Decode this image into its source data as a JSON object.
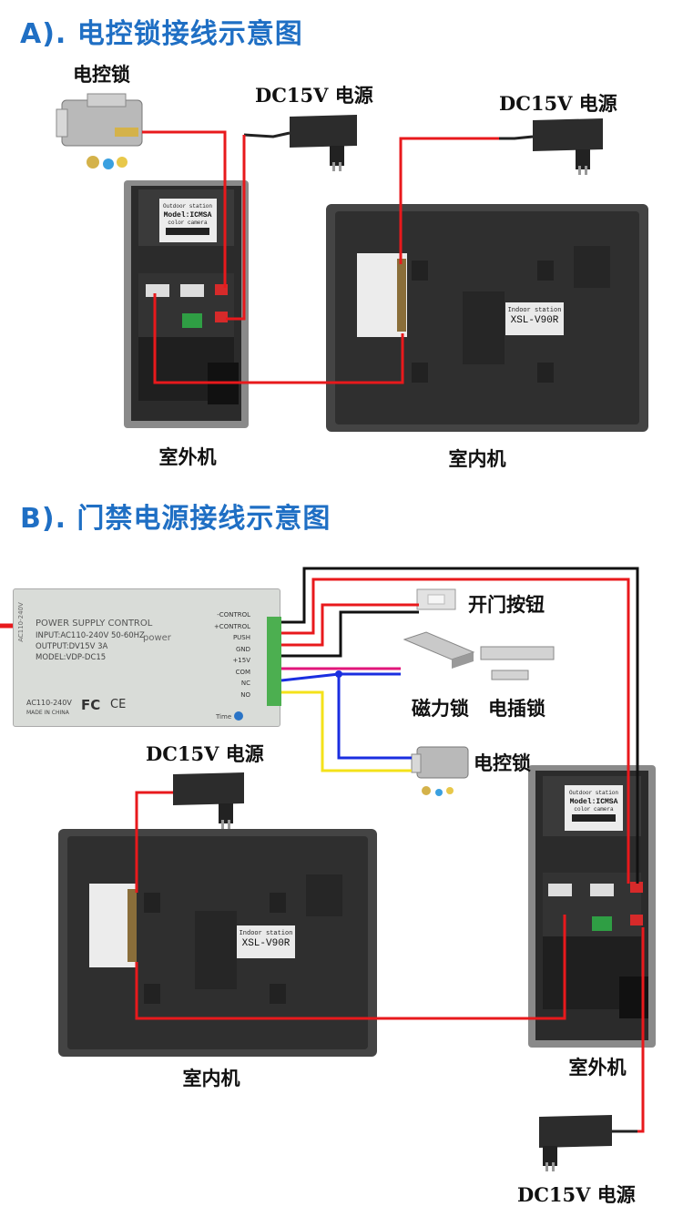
{
  "section_a": {
    "title": "A). 电控锁接线示意图",
    "electric_lock_label": "电控锁",
    "adapter1_label": "DC15V 电源",
    "adapter2_label": "DC15V 电源",
    "outdoor_label": "室外机",
    "indoor_label": "室内机"
  },
  "section_b": {
    "title": "B). 门禁电源接线示意图",
    "exit_button_label": "开门按钮",
    "mag_lock_label": "磁力锁",
    "bolt_lock_label": "电插锁",
    "electric_lock_label": "电控锁",
    "psu_caption": "DC15V 电源",
    "indoor_label": "室内机",
    "outdoor_label": "室外机",
    "adapter_bottom_label": "DC15V 电源"
  },
  "psu": {
    "title": "POWER SUPPLY CONTROL",
    "input": "INPUT:AC110-240V 50-60HZ",
    "output": "OUTPUT:DV15V 3A",
    "model": "MODEL:VDP-DC15",
    "power_text": "power",
    "side_text": "AC110-240V",
    "ac_text": "AC110-240V",
    "made_in": "MADE IN CHINA",
    "fc_mark": "FC",
    "ce_mark": "CE",
    "time_text": "Time",
    "terminals": [
      "-CONTROL",
      "+CONTROL",
      "PUSH",
      "GND",
      "+15V",
      "COM",
      "NC",
      "NO"
    ]
  },
  "outdoor_unit": {
    "line1": "Outdoor station",
    "line2": "Model:ICMSA",
    "line3": "color camera"
  },
  "indoor_unit": {
    "line1": "Indoor station",
    "line2": "XSL-V90R"
  },
  "wire_colors": {
    "red": "#e8191c",
    "black": "#111111",
    "blue": "#1a2ee0",
    "magenta": "#e0167a",
    "yellow": "#f4e21a"
  },
  "brand_blue": "#1f6fc4"
}
